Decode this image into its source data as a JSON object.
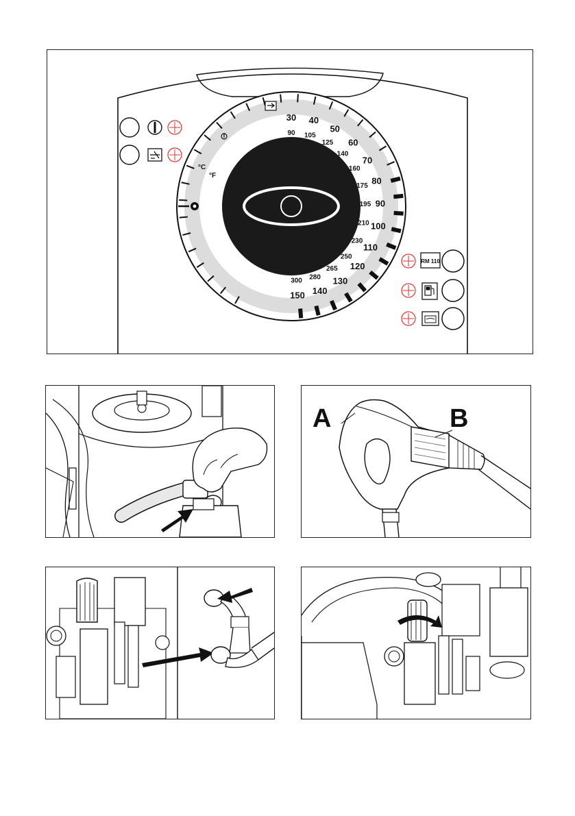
{
  "control_panel": {
    "celsius_unit": "°C",
    "fahrenheit_unit": "°F",
    "celsius_scale": [
      "30",
      "40",
      "50",
      "60",
      "70",
      "80",
      "90",
      "100",
      "110",
      "120",
      "130",
      "140",
      "150"
    ],
    "fahrenheit_scale": [
      "90",
      "105",
      "125",
      "140",
      "160",
      "175",
      "195",
      "210",
      "230",
      "250",
      "265",
      "280",
      "300"
    ],
    "rm_label": "RM 110"
  },
  "gun_figure": {
    "label_a": "A",
    "label_b": "B"
  }
}
